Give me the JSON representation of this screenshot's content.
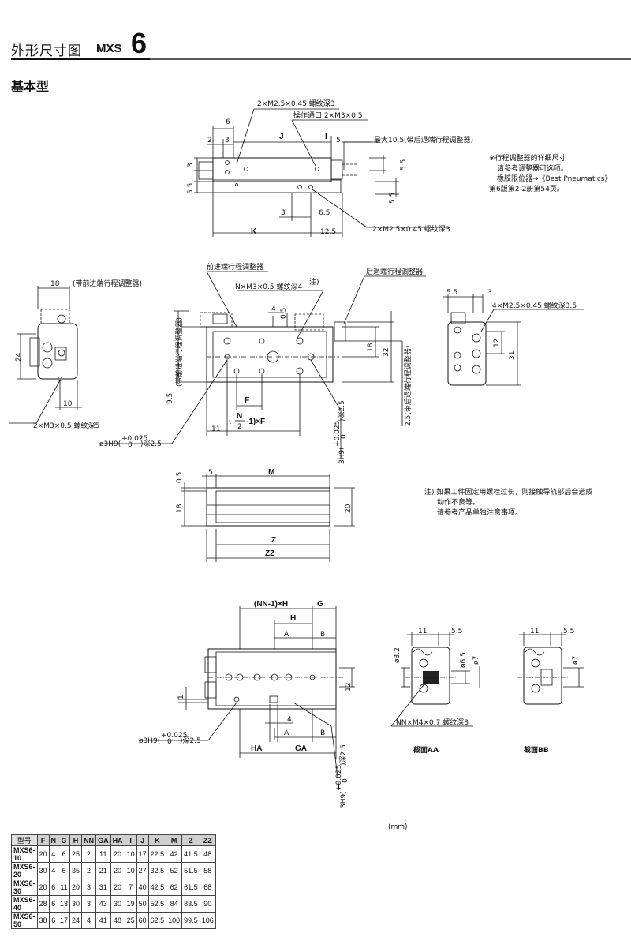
{
  "header": {
    "title": "外形尺寸图",
    "model": "MXS",
    "size": "6"
  },
  "subtitle": "基本型",
  "labels": {
    "top_view": {
      "t1": "2×M2.5×0.45 螺纹深3",
      "t2": "操作通口 2×M3×0.5",
      "t3": "最大10.5(带后退端行程调整器)",
      "t4": "2×M2.5×0.45 螺纹深3",
      "d6": "6",
      "d2": "2",
      "d3": "3",
      "dJ": "J",
      "dI": "I",
      "d5": "5",
      "d3v": "3",
      "d55": "5.5",
      "d55r": "5.5",
      "d55r2": "5.5",
      "d3b": "3",
      "d65": "6.5",
      "dK": "K",
      "d125": "12.5"
    },
    "middle_view": {
      "front_adj": "前进端行程调整器",
      "tap": "N×M3×0.5 螺纹深4",
      "note_ref": "注)",
      "rear_adj": "后退端行程调整器",
      "d4": "4",
      "d05": "0.5",
      "d18": "18",
      "d32": "32",
      "dF": "F",
      "d11": "11",
      "d95": "9.5",
      "front_adj_v": "(带前进端行程调整器)",
      "formula_n": "N",
      "formula_d": "2",
      "formula_rest": "-1)×F",
      "rear_adj_v": "2.5(带后退端行程调整器)",
      "hole": "ø3H9(",
      "tol_up": "+0.025",
      "tol_lo": "0",
      "hole_depth": ")深2.5",
      "hole_v": "3H9(",
      "hole_v_depth": ")深2.5"
    },
    "left_view": {
      "d18": "18",
      "adj": "(带前进端行程调整器)",
      "d24": "24",
      "d10": "10",
      "tap": "2×M3×0.5 螺纹深5"
    },
    "right_view": {
      "d55": "5.5",
      "d3": "3",
      "tap": "4×M2.5×0.45 螺纹深3.5",
      "d12": "12",
      "d31": "31"
    },
    "side_view": {
      "d05": "0.5",
      "d5": "5",
      "dM": "M",
      "d18": "18",
      "d20": "20",
      "dZ": "Z",
      "dZZ": "ZZ"
    },
    "bottom_view": {
      "nnh": "(NN-1)×H",
      "dG": "G",
      "dH": "H",
      "dA": "A",
      "dB": "B",
      "d1": "1",
      "d12": "12",
      "d4": "4",
      "dA2": "A",
      "dB2": "B",
      "dHA": "HA",
      "dGA": "GA",
      "hole": "ø3H9(",
      "tol_up": "+0.025",
      "tol_lo": "0",
      "hole_depth": ")深2.5",
      "hole_v": "3H9(",
      "hole_v_depth": ")深2.5"
    },
    "sections": {
      "aa_11": "11",
      "aa_55": "5.5",
      "aa_32": "ø3.2",
      "aa_65": "ø6.5",
      "aa_7": "ø7",
      "aa_tap": "NN×M4×0.7 螺纹深8",
      "aa_title": "截面AA",
      "bb_11": "11",
      "bb_55": "5.5",
      "bb_7": "ø7",
      "bb_title": "截面BB"
    }
  },
  "notes": {
    "stroke": [
      "※行程调整器的详细尺寸",
      "请参考调整器可选项。",
      "橡胶限位器→《Best Pneumatics》",
      "第6版第2-2册第54页。"
    ],
    "caution": [
      "注) 如果工件固定用螺栓过长，则接触导轨部后会造成",
      "动作不良等。",
      "请参考产品单独注意事项。"
    ]
  },
  "table": {
    "unit": "(mm)",
    "headers": [
      "型号",
      "F",
      "N",
      "G",
      "H",
      "NN",
      "GA",
      "HA",
      "I",
      "J",
      "K",
      "M",
      "Z",
      "ZZ"
    ],
    "rows": [
      [
        "MXS6-10",
        "20",
        "4",
        "6",
        "25",
        "2",
        "11",
        "20",
        "10",
        "17",
        "22.5",
        "42",
        "41.5",
        "48"
      ],
      [
        "MXS6-20",
        "30",
        "4",
        "6",
        "35",
        "2",
        "21",
        "20",
        "10",
        "27",
        "32.5",
        "52",
        "51.5",
        "58"
      ],
      [
        "MXS6-30",
        "20",
        "6",
        "11",
        "20",
        "3",
        "31",
        "20",
        "7",
        "40",
        "42.5",
        "62",
        "61.5",
        "68"
      ],
      [
        "MXS6-40",
        "28",
        "6",
        "13",
        "30",
        "3",
        "43",
        "30",
        "19",
        "50",
        "52.5",
        "84",
        "83.5",
        "90"
      ],
      [
        "MXS6-50",
        "38",
        "6",
        "17",
        "24",
        "4",
        "41",
        "48",
        "25",
        "60",
        "62.5",
        "100",
        "99.5",
        "106"
      ]
    ]
  }
}
